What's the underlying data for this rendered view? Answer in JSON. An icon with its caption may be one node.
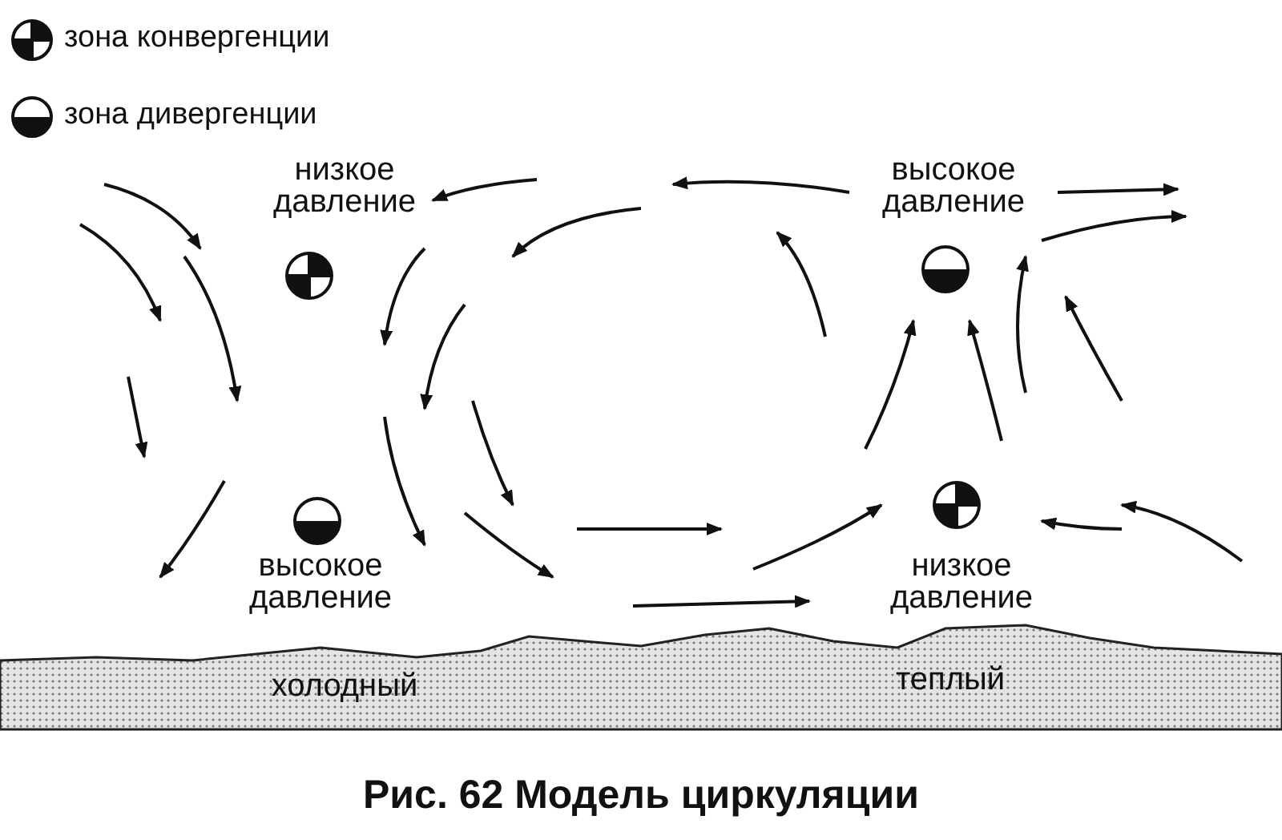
{
  "diagram": {
    "caption": "Рис. 62 Модель циркуляции",
    "labels": [
      "низкое давление",
      "высокое давление",
      "высокое давление",
      "низкое давление",
      "холодный",
      "теплый"
    ],
    "legend": [
      {
        "text": "зона конвергенции"
      },
      {
        "text": "зона дивергенции"
      }
    ]
  }
}
